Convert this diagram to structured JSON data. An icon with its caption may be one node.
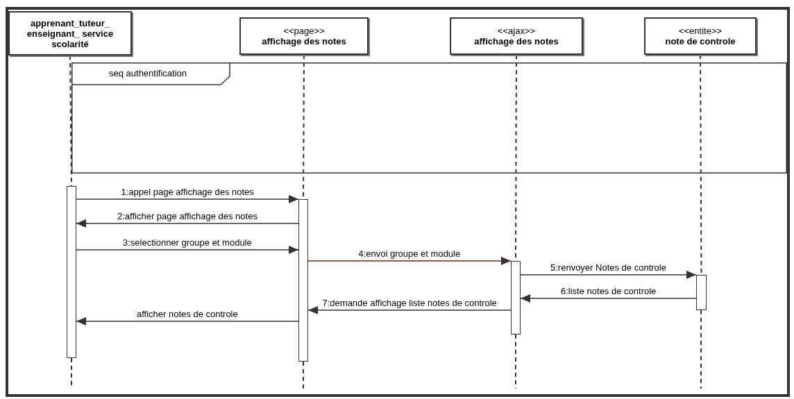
{
  "diagram": {
    "nodes": [
      {
        "text": [
          "apprenant_tuteur_ enseignant_ service scolarité"
        ]
      },
      {
        "text": [
          "<<page>>",
          "affichage des notes"
        ]
      },
      {
        "text": [
          "<<ajax>>",
          "affichage des notes"
        ]
      },
      {
        "text": [
          "<<entite>>",
          "note de controle"
        ]
      },
      {
        "text": [],
        "shape": "bar"
      },
      {
        "text": [],
        "shape": "bar"
      },
      {
        "text": [],
        "shape": "bar"
      },
      {
        "text": [],
        "shape": "bar"
      }
    ],
    "edges": [
      {
        "from": 0,
        "to": 4,
        "arrow": "none",
        "style": "dashed"
      },
      {
        "from": 1,
        "to": 5,
        "arrow": "none",
        "style": "dashed"
      },
      {
        "from": 2,
        "to": 6,
        "arrow": "none",
        "style": "dashed"
      },
      {
        "from": 3,
        "to": 7,
        "arrow": "none",
        "style": "dashed"
      },
      {
        "from": 4,
        "to": 5,
        "arrow": "to",
        "label": "1:appel page affichage des notes"
      },
      {
        "from": 5,
        "to": 4,
        "arrow": "to",
        "label": "2:afficher page affichage des notes"
      },
      {
        "from": 4,
        "to": 5,
        "arrow": "to",
        "label": "3:selectionner  groupe et module"
      },
      {
        "from": 5,
        "to": 6,
        "arrow": "to",
        "label": "4:envoi groupe et module",
        "color": "#8b1a1a"
      },
      {
        "from": 6,
        "to": 7,
        "arrow": "to",
        "label": "5:renvoyer Notes de controle"
      },
      {
        "from": 7,
        "to": 6,
        "arrow": "to",
        "label": "6:liste notes de controle"
      },
      {
        "from": 6,
        "to": 5,
        "arrow": "to",
        "label": "7:demande affichage liste notes de controle"
      },
      {
        "from": 5,
        "to": 4,
        "arrow": "to",
        "label": "afficher notes de controle"
      }
    ],
    "labels": [
      "seq authentification"
    ]
  }
}
